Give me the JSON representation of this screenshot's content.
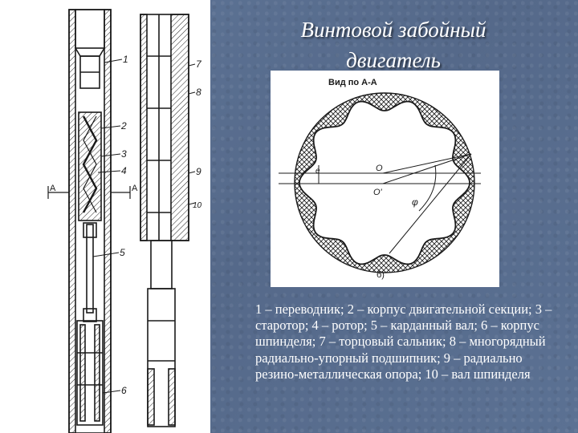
{
  "slide": {
    "title_line1": "Винтовой забойный",
    "title_line2": "двигатель",
    "caption": "1 – переводник; 2 – корпус двигательной секции; 3 – старотор; 4 – ротор; 5 – карданный вал; 6 – корпус шпинделя; 7 – торцовый сальник; 8 – многорядный радиально-упорный подшипник; 9 – радиально резино-металлическая опора; 10 – вал шпинделя"
  },
  "left_drawing": {
    "labels": [
      "1",
      "2",
      "3",
      "4",
      "5",
      "6",
      "7",
      "8",
      "9",
      "10"
    ],
    "section_marks": [
      "А",
      "А"
    ]
  },
  "right_drawing": {
    "view_label": "Вид по   А-А",
    "point_o": "O",
    "point_o_prime": "O'",
    "eccentricity": "e",
    "angle": "φ",
    "subfigure": "б)"
  },
  "colors": {
    "background": "#5a7193",
    "panel": "#ffffff",
    "ink": "#1a1a1a",
    "text": "#ffffff"
  }
}
